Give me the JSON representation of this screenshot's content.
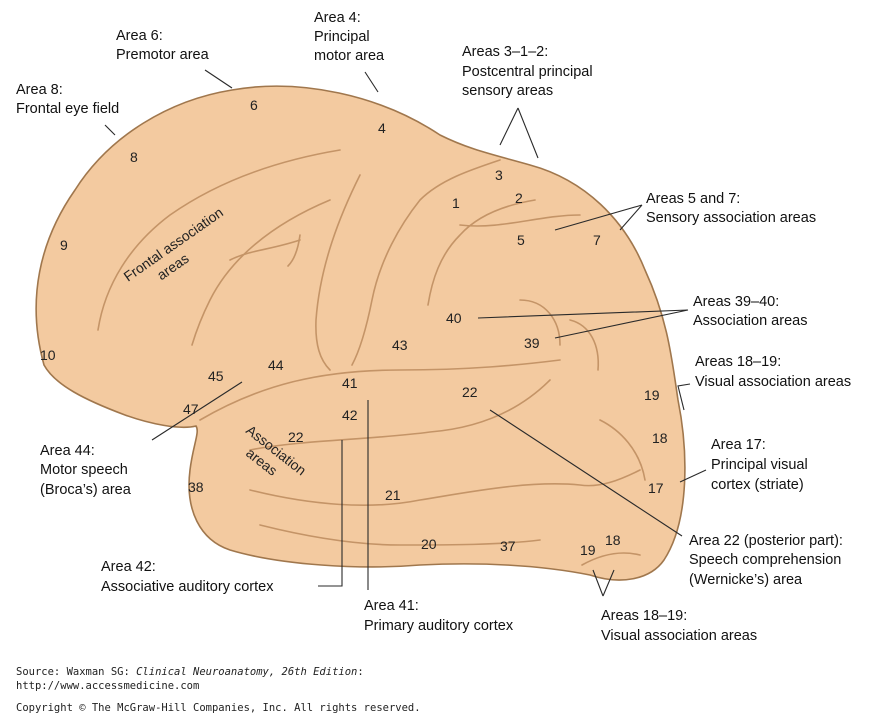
{
  "labels": {
    "area8": [
      "Area 8:",
      "Frontal eye field"
    ],
    "area6": [
      "Area 6:",
      "Premotor area"
    ],
    "area4": [
      "Area 4:",
      "Principal",
      "motor area"
    ],
    "areas312": [
      "Areas 3–1–2:",
      "Postcentral principal",
      "sensory areas"
    ],
    "areas57": [
      "Areas 5 and 7:",
      "Sensory association areas"
    ],
    "areas3940": [
      "Areas 39–40:",
      "Association areas"
    ],
    "areas1819_top": [
      "Areas 18–19:",
      "Visual association areas"
    ],
    "area17": [
      "Area 17:",
      "Principal visual",
      "cortex (striate)"
    ],
    "area22": [
      "Area 22 (posterior part):",
      "Speech comprehension",
      "(Wernicke’s) area"
    ],
    "areas1819_bottom": [
      "Areas 18–19:",
      "Visual association areas"
    ],
    "area41": [
      "Area 41:",
      "Primary auditory cortex"
    ],
    "area42": [
      "Area 42:",
      "Associative auditory cortex"
    ],
    "area44": [
      "Area 44:",
      "Motor speech",
      "(Broca’s) area"
    ]
  },
  "regions": {
    "frontal": [
      "Frontal association",
      "areas"
    ],
    "temporal": [
      "Association",
      "areas"
    ]
  },
  "numbers": {
    "n6": "6",
    "n4": "4",
    "n8": "8",
    "n3": "3",
    "n1": "1",
    "n2": "2",
    "n5": "5",
    "n7": "7",
    "n9": "9",
    "n10": "10",
    "n40": "40",
    "n39": "39",
    "n43": "43",
    "n44": "44",
    "n45": "45",
    "n47": "47",
    "n41": "41",
    "n42": "42",
    "n22a": "22",
    "n22b": "22",
    "n19a": "19",
    "n18a": "18",
    "n17": "17",
    "n38": "38",
    "n21": "21",
    "n20": "20",
    "n37": "37",
    "n19b": "19",
    "n18b": "18"
  },
  "footer": {
    "source_prefix": "Source: Waxman SG: ",
    "source_title": "Clinical Neuroanatomy, 26th Edition",
    "source_suffix": ":",
    "url": "http://www.accessmedicine.com",
    "copyright": "Copyright © The McGraw-Hill Companies, Inc. All rights reserved."
  },
  "colors": {
    "cortex": "#f3caa0",
    "outline": "#a0774d",
    "sulcus": "#c49467"
  }
}
